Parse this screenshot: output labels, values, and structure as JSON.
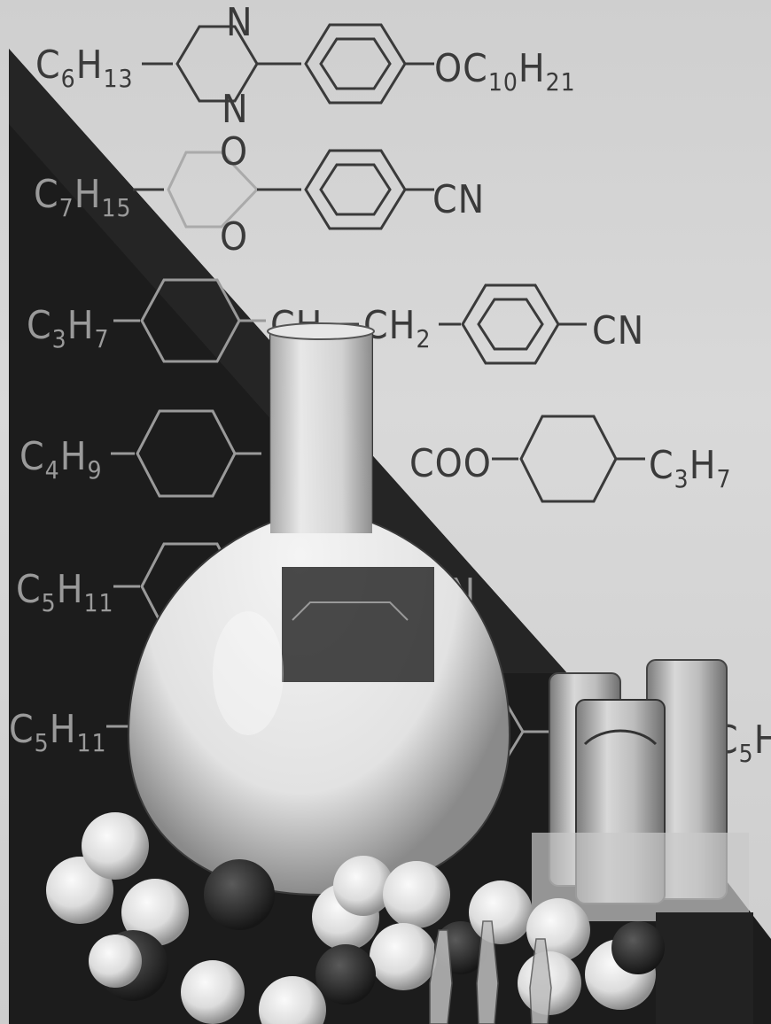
{
  "photo": {
    "subject": "liquid-crystal molecules with laboratory glassware"
  },
  "formulas": {
    "row1": {
      "left_base": "C",
      "left_sub1": "6",
      "left_h": "H",
      "left_sub2": "13",
      "ring_n_top": "N",
      "ring_n_bottom": "N",
      "right_base": "OC",
      "right_sub1": "10",
      "right_h": "H",
      "right_sub2": "21"
    },
    "row2": {
      "left_base": "C",
      "left_sub1": "7",
      "left_h": "H",
      "left_sub2": "15",
      "o_top": "O",
      "o_bottom": "O",
      "right": "CN"
    },
    "row3": {
      "left_base": "C",
      "left_sub1": "3",
      "left_h": "H",
      "left_sub2": "7",
      "mid1": "CH",
      "mid2_base": "CH",
      "mid2_sub": "2",
      "right": "CN"
    },
    "row4": {
      "left_base": "C",
      "left_sub1": "4",
      "left_h": "H",
      "left_sub2": "9",
      "mid": "COO",
      "right_base": "C",
      "right_sub1": "3",
      "right_h": "H",
      "right_sub2": "7"
    },
    "row5": {
      "left_base": "C",
      "left_sub1": "5",
      "left_h": "H",
      "left_sub2": "11",
      "right": "CN"
    },
    "row6": {
      "left_base": "C",
      "left_sub1": "5",
      "left_h": "H",
      "left_sub2": "11",
      "right_base": "C",
      "right_sub1": "5",
      "right_h": "H"
    }
  }
}
